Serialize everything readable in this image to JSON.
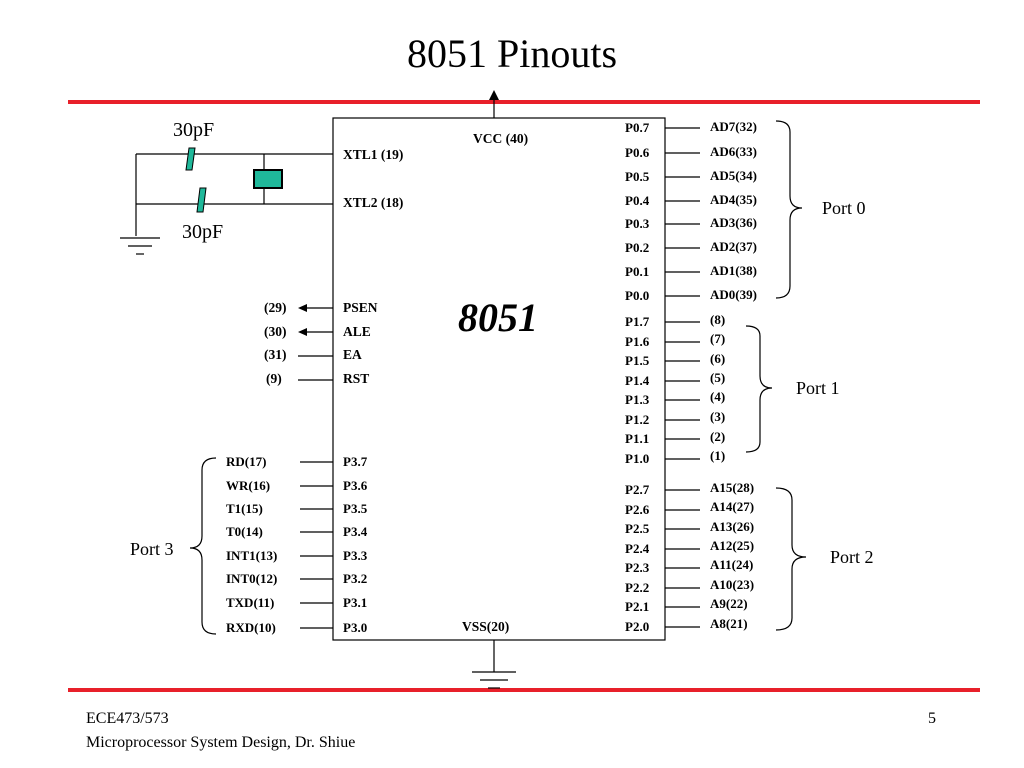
{
  "title": "8051 Pinouts",
  "chip_label": "8051",
  "vcc_label": "VCC (40)",
  "vss_label": "VSS(20)",
  "xtal": {
    "xtl1": "XTL1 (19)",
    "xtl2": "XTL2 (18)",
    "cap_top": "30pF",
    "cap_bottom": "30pF"
  },
  "control_pins": [
    {
      "pin": "(29)",
      "name": "PSEN"
    },
    {
      "pin": "(30)",
      "name": "ALE"
    },
    {
      "pin": "(31)",
      "name": "EA"
    },
    {
      "pin": "(9)",
      "name": "RST"
    }
  ],
  "port0": {
    "label": "Port 0",
    "pins": [
      {
        "name": "P0.7",
        "func": "AD7(32)"
      },
      {
        "name": "P0.6",
        "func": "AD6(33)"
      },
      {
        "name": "P0.5",
        "func": "AD5(34)"
      },
      {
        "name": "P0.4",
        "func": "AD4(35)"
      },
      {
        "name": "P0.3",
        "func": "AD3(36)"
      },
      {
        "name": "P0.2",
        "func": "AD2(37)"
      },
      {
        "name": "P0.1",
        "func": "AD1(38)"
      },
      {
        "name": "P0.0",
        "func": "AD0(39)"
      }
    ]
  },
  "port1": {
    "label": "Port 1",
    "pins": [
      {
        "name": "P1.7",
        "func": "(8)"
      },
      {
        "name": "P1.6",
        "func": "(7)"
      },
      {
        "name": "P1.5",
        "func": "(6)"
      },
      {
        "name": "P1.4",
        "func": "(5)"
      },
      {
        "name": "P1.3",
        "func": "(4)"
      },
      {
        "name": "P1.2",
        "func": "(3)"
      },
      {
        "name": "P1.1",
        "func": "(2)"
      },
      {
        "name": "P1.0",
        "func": "(1)"
      }
    ]
  },
  "port2": {
    "label": "Port 2",
    "pins": [
      {
        "name": "P2.7",
        "func": "A15(28)"
      },
      {
        "name": "P2.6",
        "func": "A14(27)"
      },
      {
        "name": "P2.5",
        "func": "A13(26)"
      },
      {
        "name": "P2.4",
        "func": "A12(25)"
      },
      {
        "name": "P2.3",
        "func": "A11(24)"
      },
      {
        "name": "P2.2",
        "func": "A10(23)"
      },
      {
        "name": "P2.1",
        "func": "A9(22)"
      },
      {
        "name": "P2.0",
        "func": "A8(21)"
      }
    ]
  },
  "port3": {
    "label": "Port 3",
    "pins": [
      {
        "name": "P3.7",
        "func": "RD(17)"
      },
      {
        "name": "P3.6",
        "func": "WR(16)"
      },
      {
        "name": "P3.5",
        "func": "T1(15)"
      },
      {
        "name": "P3.4",
        "func": "T0(14)"
      },
      {
        "name": "P3.3",
        "func": "INT1(13)"
      },
      {
        "name": "P3.2",
        "func": "INT0(12)"
      },
      {
        "name": "P3.1",
        "func": "TXD(11)"
      },
      {
        "name": "P3.0",
        "func": "RXD(10)"
      }
    ]
  },
  "footer": {
    "course": "ECE473/573",
    "subtitle": "Microprocessor System Design, Dr. Shiue",
    "page": "5"
  },
  "colors": {
    "rule": "#e8202a",
    "component": "#1fb89a"
  }
}
